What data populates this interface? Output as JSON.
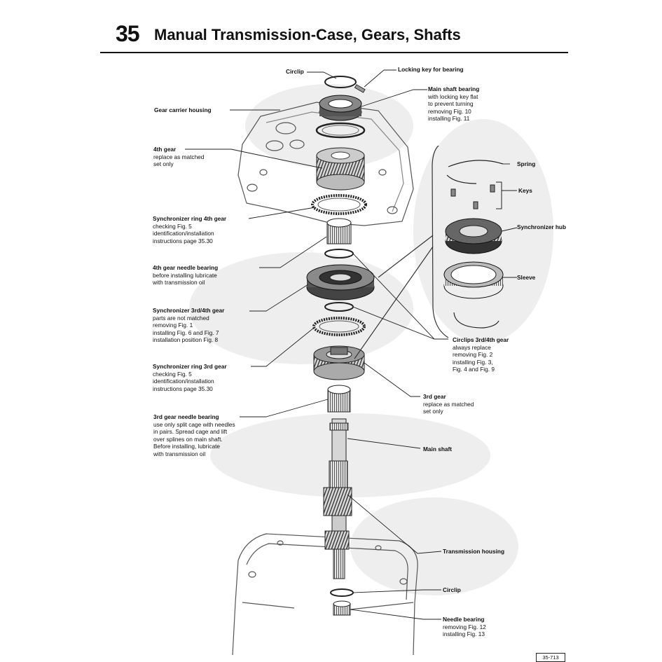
{
  "header": {
    "section_number": "35",
    "section_title": "Manual Transmission-Case, Gears, Shafts"
  },
  "figure_number": "35-713",
  "labels": {
    "circlip_top": {
      "title": "Circlip",
      "details": []
    },
    "locking_key": {
      "title": "Locking key for bearing",
      "details": []
    },
    "main_shaft_bearing": {
      "title": "Main shaft bearing",
      "details": [
        "with locking key flat",
        "to prevent turning",
        "removing Fig. 10",
        "installing Fig. 11"
      ]
    },
    "gear_carrier_housing": {
      "title": "Gear carrier housing",
      "details": []
    },
    "gear_4th": {
      "title": "4th gear",
      "details": [
        "replace as matched",
        "set only"
      ]
    },
    "spring": {
      "title": "Spring",
      "details": []
    },
    "keys": {
      "title": "Keys",
      "details": []
    },
    "synchronizer_hub": {
      "title": "Synchronizer hub",
      "details": []
    },
    "sync_ring_4th": {
      "title": "Synchronizer ring 4th gear",
      "details": [
        "checking Fig. 5",
        "identification/installation",
        "instructions page 35.30"
      ]
    },
    "needle_bearing_4th": {
      "title": "4th gear needle bearing",
      "details": [
        "before installing lubricate",
        "with transmission oil"
      ]
    },
    "sleeve": {
      "title": "Sleeve",
      "details": []
    },
    "synchronizer_3rd_4th": {
      "title": "Synchronizer 3rd/4th gear",
      "details": [
        "parts are not matched",
        "removing Fig. 1",
        "installing Fig. 6 and Fig. 7",
        "installation position Fig. 8"
      ]
    },
    "circlips_3rd_4th": {
      "title": "Circlips 3rd/4th gear",
      "details": [
        "always replace",
        "removing Fig. 2",
        "installing Fig. 3,",
        "Fig. 4 and Fig. 9"
      ]
    },
    "sync_ring_3rd": {
      "title": "Synchronizer ring 3rd gear",
      "details": [
        "checking Fig. 5",
        "identification/installation",
        "instructions page 35.30"
      ]
    },
    "gear_3rd": {
      "title": "3rd gear",
      "details": [
        "replace as matched",
        "set only"
      ]
    },
    "needle_bearing_3rd": {
      "title": "3rd gear needle bearing",
      "details": [
        "use only split cage with needles",
        "in pairs. Spread cage and lift",
        "over splines on main shaft.",
        "Before installing, lubricate",
        "with transmission oil"
      ]
    },
    "main_shaft": {
      "title": "Main shaft",
      "details": []
    },
    "transmission_housing": {
      "title": "Transmission housing",
      "details": []
    },
    "circlip_bottom": {
      "title": "Circlip",
      "details": []
    },
    "needle_bearing": {
      "title": "Needle bearing",
      "details": [
        "removing Fig. 12",
        "installing Fig. 13"
      ]
    }
  }
}
